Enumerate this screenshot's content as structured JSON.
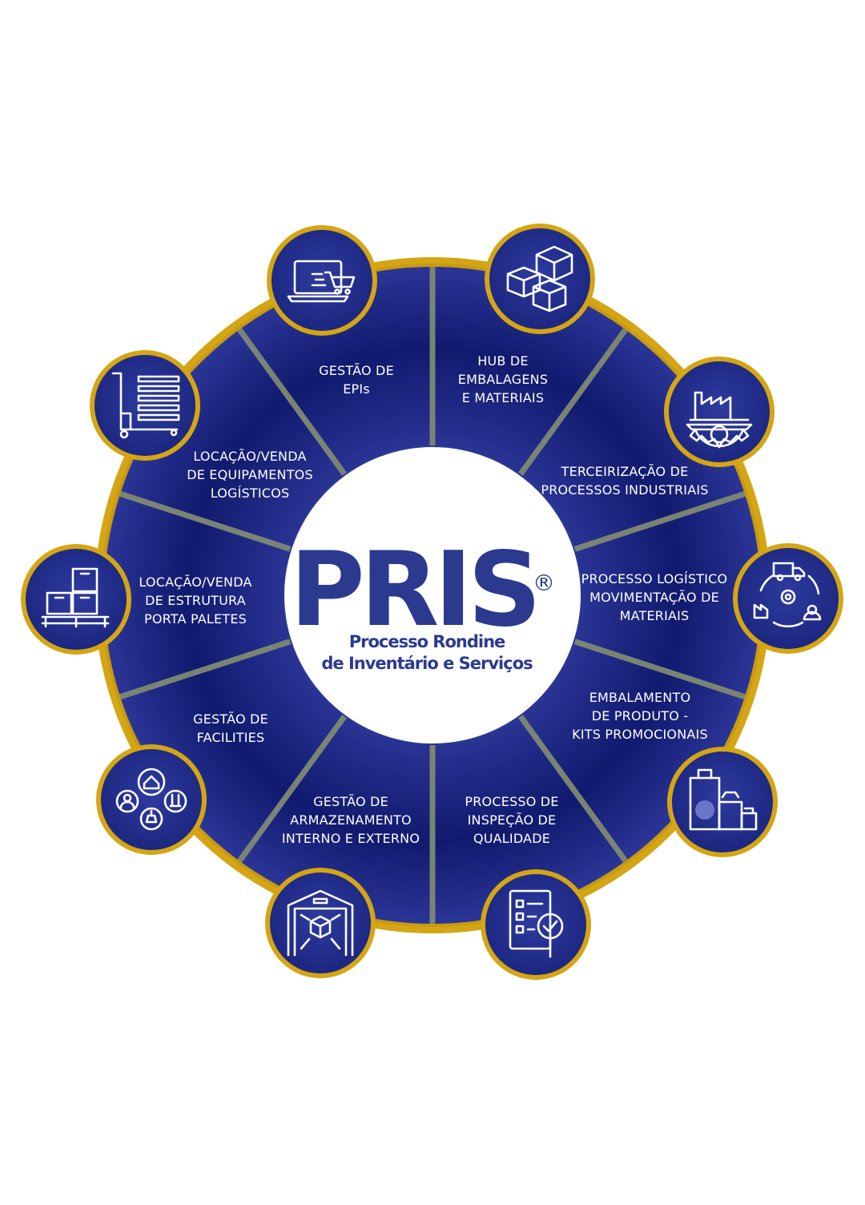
{
  "center": {
    "title": "PRIS",
    "registered": "®",
    "subtitle_line1": "Processo Rondine",
    "subtitle_line2": "de Inventário e Serviços"
  },
  "colors": {
    "navy": "#1c2a80",
    "deep_navy": "#0e1660",
    "gold": "#d4a514",
    "yellow_green": "#c9d21e",
    "white": "#ffffff",
    "brand_text": "#2b3a8f"
  },
  "segments": [
    {
      "id": "epis",
      "lines": [
        "GESTÃO DE",
        "EPIs"
      ],
      "icon": "laptop-cart-icon"
    },
    {
      "id": "hub",
      "lines": [
        "HUB DE",
        "EMBALAGENS",
        "E MATERIAIS"
      ],
      "icon": "boxes-icon"
    },
    {
      "id": "terceirizacao",
      "lines": [
        "TERCEIRIZAÇÃO DE",
        "PROCESSOS INDUSTRIAIS"
      ],
      "icon": "factory-gear-icon"
    },
    {
      "id": "logistico",
      "lines": [
        "PROCESSO LOGÍSTICO",
        "MOVIMENTAÇÃO DE",
        "MATERIAIS"
      ],
      "icon": "logistics-cycle-icon"
    },
    {
      "id": "embalamento",
      "lines": [
        "EMBALAMENTO",
        "DE PRODUTO -",
        "KITS PROMOCIONAIS"
      ],
      "icon": "packages-icon"
    },
    {
      "id": "inspecao",
      "lines": [
        "PROCESSO DE",
        "INSPEÇÃO DE",
        "QUALIDADE"
      ],
      "icon": "checklist-magnifier-icon"
    },
    {
      "id": "armazenamento",
      "lines": [
        "GESTÃO DE",
        "ARMAZENAMENTO",
        "INTERNO E EXTERNO"
      ],
      "icon": "warehouse-box-icon"
    },
    {
      "id": "facilities",
      "lines": [
        "GESTÃO DE",
        "FACILITIES"
      ],
      "icon": "facilities-icon"
    },
    {
      "id": "porta_paletes",
      "lines": [
        "LOCAÇÃO/VENDA",
        "DE ESTRUTURA",
        "PORTA PALETES"
      ],
      "icon": "pallet-boxes-icon"
    },
    {
      "id": "equipamentos",
      "lines": [
        "LOCAÇÃO/VENDA",
        "DE EQUIPAMENTOS",
        "LOGÍSTICOS"
      ],
      "icon": "pallet-jack-icon"
    }
  ]
}
